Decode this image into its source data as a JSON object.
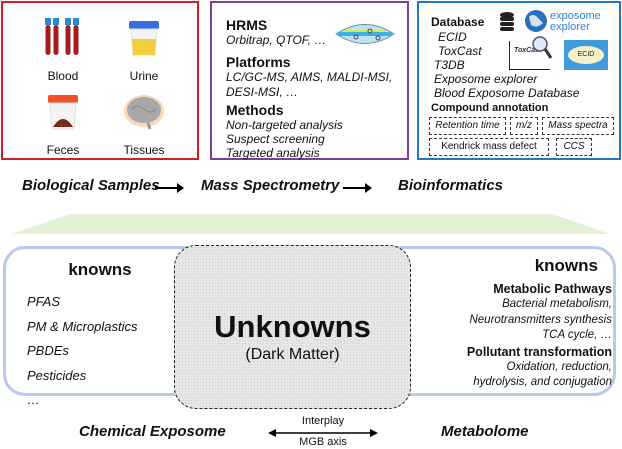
{
  "colors": {
    "samples_border": "#d11f26",
    "ms_border": "#7b3fa4",
    "bioinfo_border": "#1f78c8",
    "frame_border": "#b7c9ec",
    "funnel_fill": "#e2f0d6",
    "unknowns_fill": "#e6e6e6"
  },
  "samples": {
    "items": [
      {
        "label": "Blood",
        "icon": "blood-tubes-icon"
      },
      {
        "label": "Urine",
        "icon": "urine-cup-icon"
      },
      {
        "label": "Feces",
        "icon": "feces-cup-icon"
      },
      {
        "label": "Tissues",
        "icon": "brain-icon"
      }
    ]
  },
  "mass_spec": {
    "hrms_title": "HRMS",
    "hrms_text": "Orbitrap, QTOF, …",
    "platforms_title": "Platforms",
    "platforms_line1": "LC/GC-MS, AIMS, MALDI-MSI,",
    "platforms_line2": "DESI-MSI, …",
    "methods_title": "Methods",
    "methods": [
      "Non-targeted analysis",
      "Suspect screening",
      "Targeted analysis"
    ]
  },
  "bioinformatics": {
    "database_title": "Database",
    "databases": [
      "ECID",
      "ToxCast",
      "T3DB",
      "Exposome explorer",
      "Blood Exposome Database"
    ],
    "logos": {
      "exposome_line1": "exposome",
      "exposome_line2": "explorer",
      "toxcast": "ToxCast",
      "ecid": "ECID"
    },
    "annotation_title": "Compound annotation",
    "annotations": [
      "Retention time",
      "m/z",
      "Mass spectra",
      "Kendrick mass defect",
      "CCS"
    ]
  },
  "flow": {
    "step1": "Biological Samples",
    "step2": "Mass Spectrometry",
    "step3": "Bioinformatics"
  },
  "exposome": {
    "title": "knowns",
    "items": [
      "PFAS",
      "PM & Microplastics",
      "PBDEs",
      "Pesticides",
      "…"
    ],
    "label": "Chemical Exposome"
  },
  "unknowns": {
    "title": "Unknowns",
    "subtitle": "(Dark Matter)"
  },
  "metabolome": {
    "title": "knowns",
    "pathways_title": "Metabolic Pathways",
    "pathways": [
      "Bacterial metabolism,",
      "Neurotransmitters synthesis",
      "TCA cycle, …"
    ],
    "pollutant_title": "Pollutant transformation",
    "pollutant": [
      "Oxidation, reduction,",
      "hydrolysis, and conjugation"
    ],
    "label": "Metabolome"
  },
  "interplay": {
    "top": "Interplay",
    "bottom": "MGB axis"
  }
}
